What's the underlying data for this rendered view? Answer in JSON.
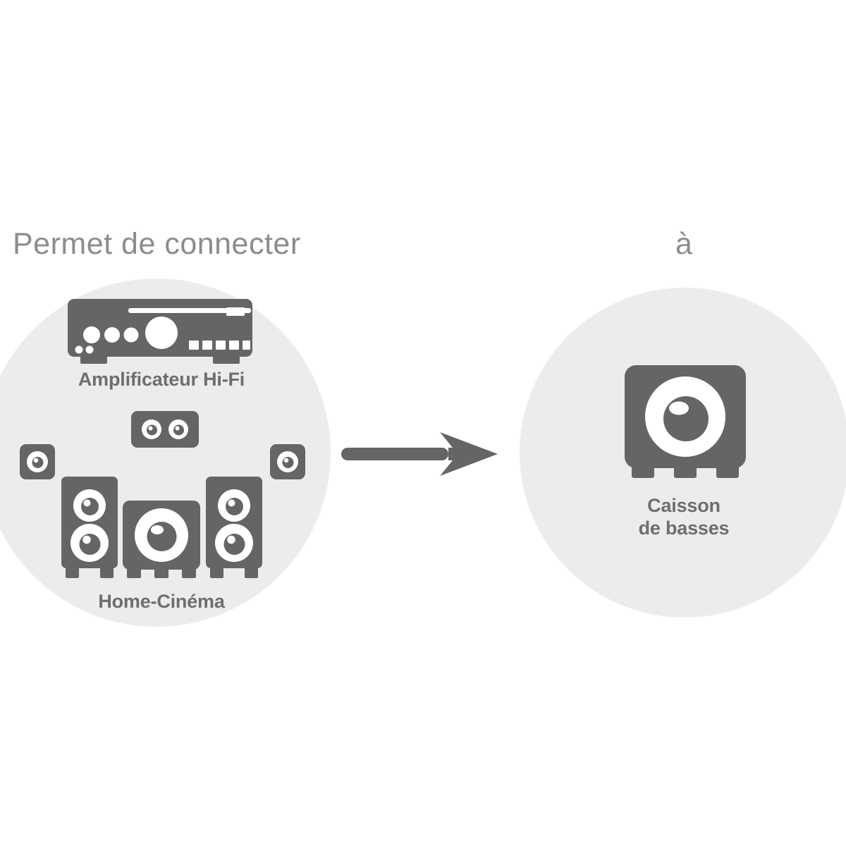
{
  "page": {
    "title": "Permet de connecter",
    "background_color": "#ffffff",
    "device_color": "#646567",
    "disc_color": "#ececec",
    "headline_color": "#8c8c8c",
    "caption_color": "#6d6e70"
  },
  "headline": {
    "left": "Permet de connecter",
    "right": "à"
  },
  "source_group": {
    "amplifier": {
      "label": "Amplificateur Hi-Fi",
      "icon": "hifi-amplifier-icon"
    },
    "home_theater": {
      "label": "Home-Cinéma",
      "icon": "home-cinema-speakers-icon"
    }
  },
  "connector": {
    "icon": "right-arrow-icon",
    "direction": "right"
  },
  "target_group": {
    "subwoofer": {
      "label_line_1": "Caisson",
      "label_line_2": "de basses",
      "label": "Caisson de basses",
      "icon": "subwoofer-icon"
    }
  }
}
